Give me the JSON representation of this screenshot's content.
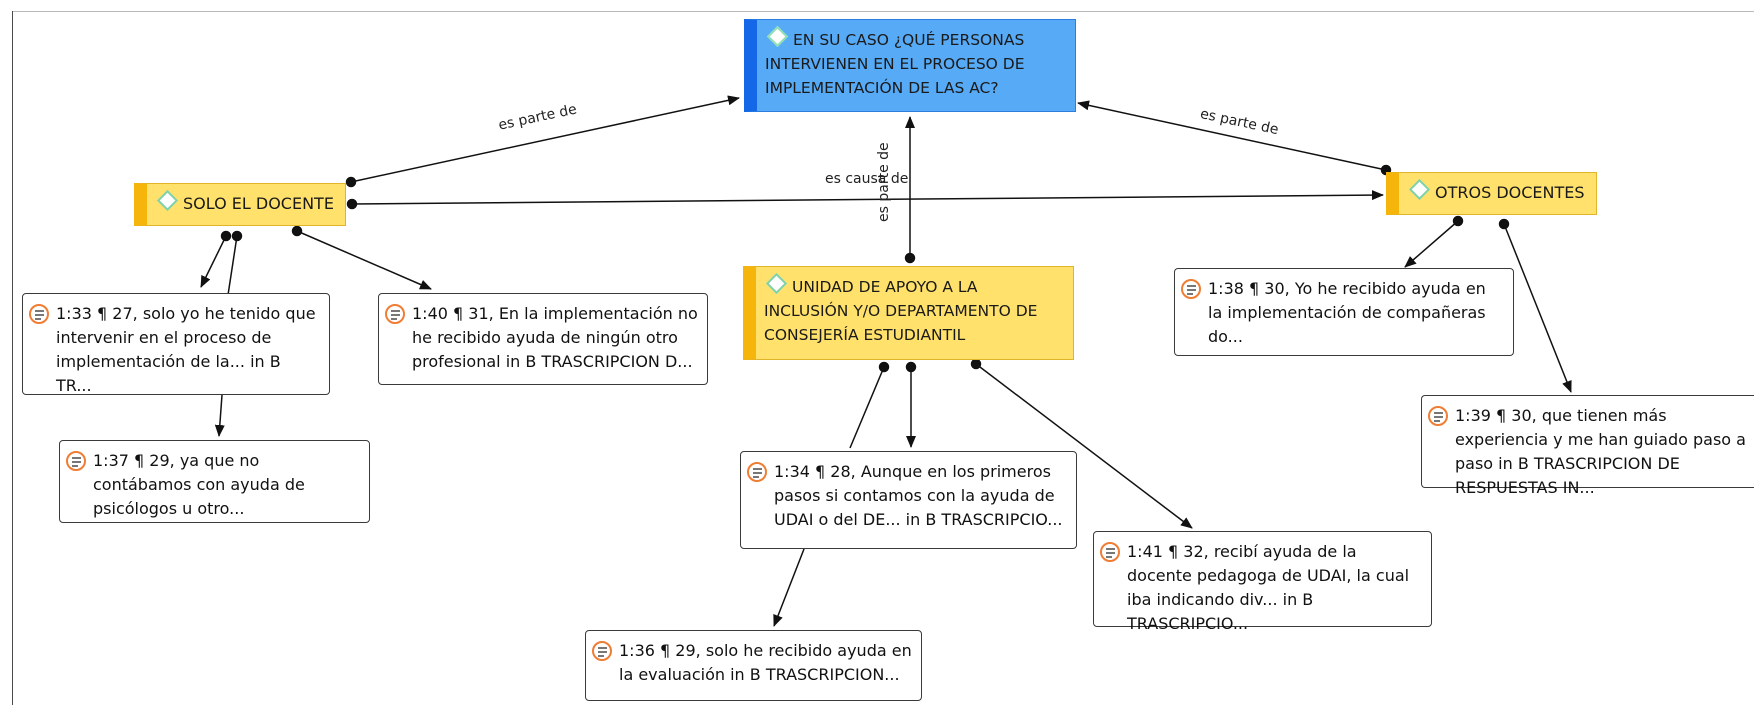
{
  "codes": {
    "main": "EN SU CASO ¿QUÉ PERSONAS INTERVIENEN EN EL PROCESO DE IMPLEMENTACIÓN DE LAS AC?",
    "solo_docente": "SOLO EL DOCENTE",
    "otros_docentes": "OTROS DOCENTES",
    "unidad_apoyo": "UNIDAD DE APOYO A LA INCLUSIÓN Y/O DEPARTAMENTO DE CONSEJERÍA ESTUDIANTIL"
  },
  "quotes": {
    "q133": "1:33 ¶ 27, solo yo he tenido que intervenir en el proceso de implementación de la... in B TR...",
    "q137": "1:37 ¶ 29, ya que no contábamos con ayuda de psicólogos u otro...",
    "q140": "1:40 ¶ 31, En la implementación no he recibido ayuda de ningún otro profesional in B TRASCRIPCION D...",
    "q134": "1:34 ¶ 28, Aunque en los primeros pasos si contamos con la ayuda de UDAI o del DE... in B TRASCRIPCIO...",
    "q136": "1:36 ¶ 29, solo he recibido ayuda en la evaluación in B TRASCRIPCION...",
    "q141": "1:41 ¶ 32, recibí ayuda de la docente pedagoga de UDAI, la cual iba indicando div... in B TRASCRIPCIO...",
    "q138": "1:38 ¶ 30, Yo he recibido ayuda en la implementación de compañeras do...",
    "q139": "1:39 ¶ 30, que tienen más experiencia y me han guiado paso a paso in B TRASCRIPCION DE RESPUESTAS IN..."
  },
  "relations": {
    "es_parte_de_left": "es parte de",
    "es_parte_de_right": "es parte de",
    "es_parte_de_vertical": "es parte de",
    "es_causa_de": "es causa de"
  },
  "colors": {
    "code_fill": "#ffe16b",
    "code_accent": "#f5b50a",
    "main_fill": "#57aaf5",
    "main_accent": "#1467e6",
    "quote_icon": "#ef7d34",
    "code_diamond": "#7fd1a6"
  }
}
